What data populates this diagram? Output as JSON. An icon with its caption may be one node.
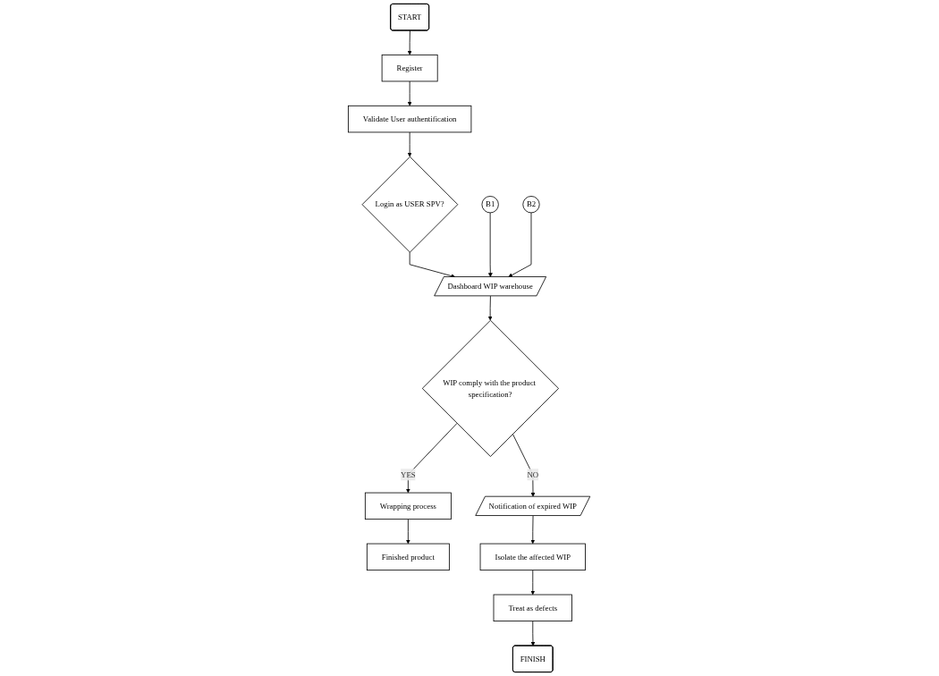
{
  "diagram": {
    "nodes": [
      {
        "text": [
          "START"
        ]
      },
      {
        "text": [
          "Register"
        ]
      },
      {
        "text": [
          "Validate User authentification"
        ]
      },
      {
        "text": [
          "Login as USER SPV?"
        ]
      },
      {
        "text": [
          "Dashboard WIP warehouse"
        ]
      },
      {
        "text": [
          "B1"
        ]
      },
      {
        "text": [
          "B2"
        ]
      },
      {
        "text": [
          "WIP comply with the product specification?"
        ]
      },
      {
        "text": [
          "Wrapping process"
        ]
      },
      {
        "text": [
          "Finished product"
        ]
      },
      {
        "text": [
          "Notification of expired WIP"
        ]
      },
      {
        "text": [
          "Isolate the affected WIP"
        ]
      },
      {
        "text": [
          "Treat as defects"
        ]
      },
      {
        "text": [
          "FINISH"
        ]
      }
    ],
    "edges": [
      {
        "from": 0,
        "to": 1,
        "arrow": "to"
      },
      {
        "from": 1,
        "to": 2,
        "arrow": "to"
      },
      {
        "from": 2,
        "to": 3,
        "arrow": "to"
      },
      {
        "from": 3,
        "to": 4,
        "arrow": "to"
      },
      {
        "from": 5,
        "to": 4,
        "arrow": "to"
      },
      {
        "from": 6,
        "to": 4,
        "arrow": "to"
      },
      {
        "from": 4,
        "to": 7,
        "arrow": "to"
      },
      {
        "from": 7,
        "to": 8,
        "label": "YES",
        "arrow": "to"
      },
      {
        "from": 8,
        "to": 9,
        "arrow": "to"
      },
      {
        "from": 7,
        "to": 10,
        "label": "NO",
        "arrow": "to"
      },
      {
        "from": 10,
        "to": 11,
        "arrow": "to"
      },
      {
        "from": 11,
        "to": 12,
        "arrow": "to"
      },
      {
        "from": 12,
        "to": 13,
        "arrow": "to"
      }
    ]
  }
}
